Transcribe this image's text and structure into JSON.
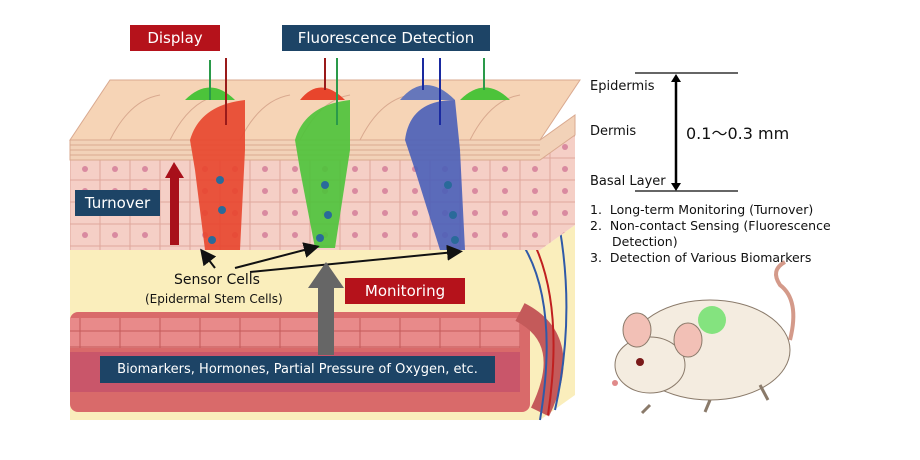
{
  "labels": {
    "display": "Display",
    "fluorescence_detection": "Fluorescence Detection",
    "turnover": "Turnover",
    "sensor_cells": "Sensor Cells",
    "sensor_cells_sub": "(Epidermal Stem Cells)",
    "monitoring": "Monitoring",
    "biomarkers": "Biomarkers, Hormones, Partial Pressure of Oxygen, etc."
  },
  "layers": {
    "epidermis": "Epidermis",
    "dermis": "Dermis",
    "basal_layer": "Basal Layer",
    "thickness": "0.1〜0.3 mm"
  },
  "features": [
    {
      "num": "1.",
      "text": "Long-term Monitoring (Turnover)"
    },
    {
      "num": "2.",
      "text": "Non-contact Sensing (Fluorescence Detection)"
    },
    {
      "num": "3.",
      "text": "Detection of Various Biomarkers"
    }
  ],
  "colors": {
    "red_box": "#b5121b",
    "navy_box": "#1d4466",
    "red_cells": "#e8452c",
    "green_cells": "#4cc33a",
    "blue_cells": "#3a4fb0"
  }
}
